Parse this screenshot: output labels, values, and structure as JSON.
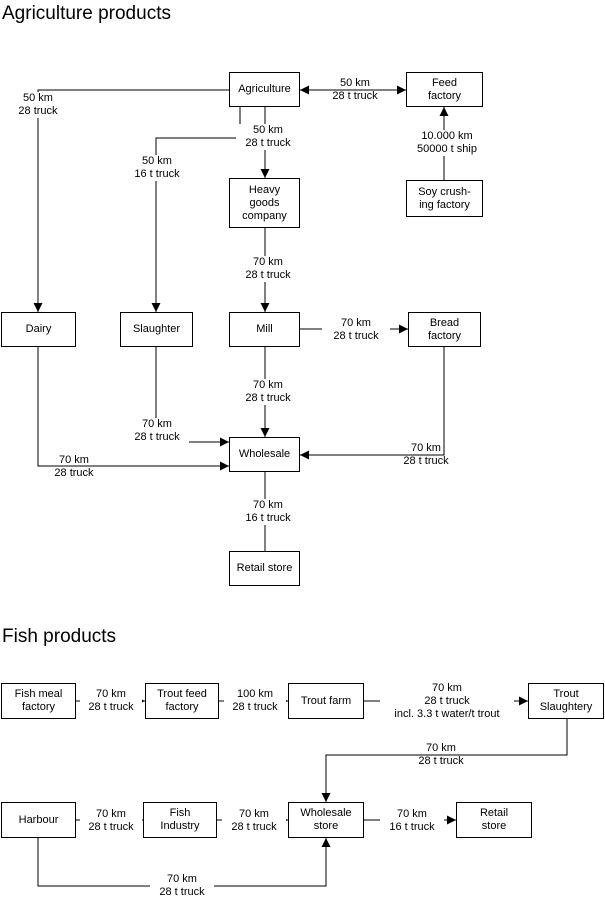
{
  "sections": {
    "agriculture_title": "Agriculture products",
    "fish_title": "Fish products"
  },
  "nodes": {
    "agriculture": "Agriculture",
    "feed_factory": "Feed\nfactory",
    "soy": "Soy crush-\ning factory",
    "heavy_goods": "Heavy\ngoods\ncompany",
    "dairy": "Dairy",
    "slaughter": "Slaughter",
    "mill": "Mill",
    "bread_factory": "Bread\nfactory",
    "wholesale": "Wholesale",
    "retail_store": "Retail store",
    "fish_meal": "Fish meal\nfactory",
    "trout_feed": "Trout feed\nfactory",
    "trout_farm": "Trout farm",
    "trout_slaughtery": "Trout\nSlaughtery",
    "harbour": "Harbour",
    "fish_industry": "Fish\nIndustry",
    "wholesale_store": "Wholesale\nstore",
    "retail_store_fish": "Retail\nstore"
  },
  "edges": {
    "agri_feed": "50 km\n28 t truck",
    "agri_dairy": "50 km\n28 truck",
    "agri_heavy": "50 km\n28 t truck",
    "agri_slaughter": "50 km\n16 t truck",
    "soy_feed": "10.000 km\n50000 t ship",
    "heavy_mill": "70 km\n28 t truck",
    "mill_bread": "70 km\n28 t truck",
    "mill_wholesale": "70 km\n28 t truck",
    "slaughter_wholesale": "70 km\n28 t truck",
    "dairy_wholesale": "70 km\n28 truck",
    "bread_wholesale": "70 km\n28 t truck",
    "wholesale_retail": "70 km\n16 t truck",
    "fishmeal_troutfeed": "70 km\n28 t truck",
    "troutfeed_farm": "100 km\n28 t truck",
    "farm_slaughtery": "70 km\n28 t truck\nincl. 3.3 t water/t trout",
    "slaughtery_wholesale": "70 km\n28 t truck",
    "harbour_fishind": "70 km\n28 t truck",
    "fishind_wholesale": "70 km\n28 t truck",
    "wholesale_retail_fish": "70 km\n16 t truck",
    "harbour_wholesale": "70 km\n28 t truck"
  }
}
